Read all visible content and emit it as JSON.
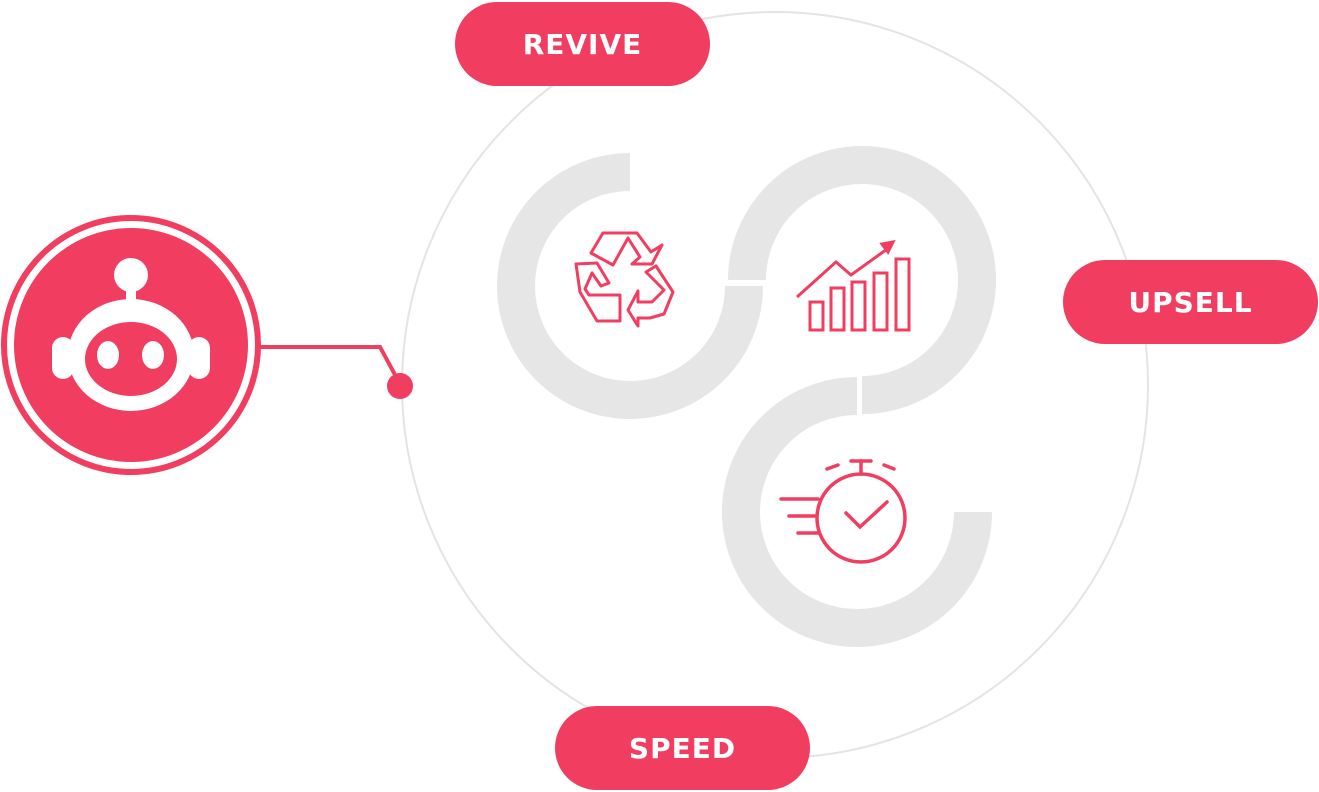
{
  "labels": {
    "revive": "REVIVE",
    "upsell": "UPSELL",
    "speed": "SPEED"
  },
  "icons": [
    "robot-icon",
    "recycle-icon",
    "growth-chart-icon",
    "stopwatch-check-icon"
  ],
  "colors": {
    "accent": "#f03d60",
    "ring": "#e6e6e6",
    "orbit": "#e4e4e4"
  }
}
